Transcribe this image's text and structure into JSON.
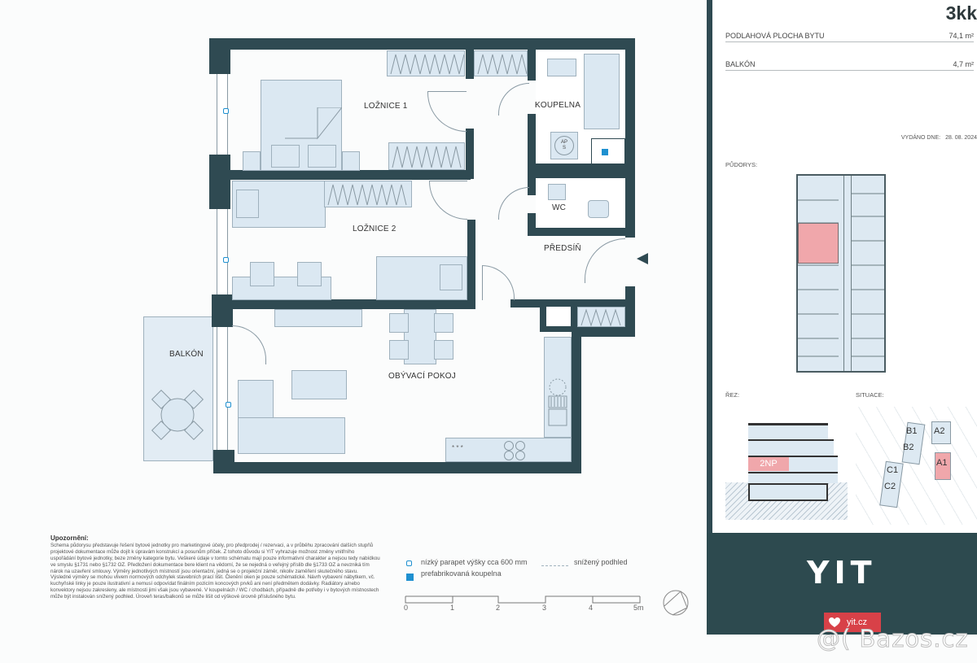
{
  "floorplan": {
    "rooms": [
      {
        "id": "loznice1",
        "label": "LOŽNICE 1"
      },
      {
        "id": "loznice2",
        "label": "LOŽNICE 2"
      },
      {
        "id": "koupelna",
        "label": "KOUPELNA"
      },
      {
        "id": "wc",
        "label": "WC"
      },
      {
        "id": "predsin",
        "label": "PŘEDSÍŇ"
      },
      {
        "id": "obyvaci",
        "label": "OBÝVACÍ POKOJ"
      },
      {
        "id": "balkon",
        "label": "BALKÓN"
      }
    ],
    "fixtures": {
      "ap_s_top": "AP",
      "ap_s_bottom": "S",
      "cooker_dots": "* * *"
    },
    "colors": {
      "wall": "#2f4a52",
      "furniture": "#dbe8f2",
      "parapet": "#1e90d0",
      "prefab": "#1e90d0"
    }
  },
  "panel": {
    "type": "3kk",
    "rows": [
      {
        "label": "PODLAHOVÁ PLOCHA BYTU",
        "value": "74,1 m²"
      },
      {
        "label": "BALKÓN",
        "value": "4,7 m²"
      }
    ],
    "issued_label": "VYDÁNO DNE:",
    "issued_date": "28. 08. 2024",
    "pudorys_label": "PŮDORYS:",
    "rez_label": "ŘEZ:",
    "situace_label": "SITUACE:",
    "floor_badge": "2NP",
    "buildings": [
      "B1",
      "A2",
      "B2",
      "A1",
      "C1",
      "C2"
    ],
    "highlight_color": "#f0a7ab"
  },
  "footer": {
    "logo": "YIT",
    "link": "yit.cz",
    "bg_color": "#2d4a4f",
    "link_color": "#d84148"
  },
  "notice": {
    "title": "Upozornění:",
    "body": "Schema půdorysu představuje řešení bytové jednotky pro marketingové účely, pro předprodej / rezervaci, a v průběhu zpracování dalších stupňů projektové dokumentace může dojít k úpravám konstrukcí a posunům příček. Z tohoto důvodu si YIT vyhrazuje možnost změny vnitřního uspořádání bytové jednotky, beze změny kategorie bytu. Veškeré údaje v tomto schématu mají pouze informativní charakter a nejsou tedy nabídkou ve smyslu §1731 nebo §1732 OZ. Předložení dokumentace bere klient na vědomí, že se nejedná o veřejný příslib dle §1733 OZ a nevzniká tím nárok na uzavření smlouvy. Výměry jednotlivých místností jsou orientační, jedná se o projekční záměr, nikoliv zaměření skutečného stavu. Výsledné výměry se mohou vlivem normových odchylek stavebních prací lišit. Členění oken je pouze schématické. Návrh vybavení nábytkem, vč. kuchyňské linky je pouze ilustrativní a nemusí odpovídat finálním pozicím koncových prvků ani není předmětem dodávky. Radiátory a/nebo konvektory nejsou zakresleny, ale místnosti jimi však jsou vybavené. V koupelnách / WC / chodbách, případně dle potřeby i v bytových místnostech může být instalován snížený podhled. Úroveň teras/balkonů se může lišit od výškové úrovně příslušného bytu."
  },
  "legend": {
    "parapet": "nízký parapet výšky cca 600 mm",
    "podhled": "snížený podhled",
    "prefab": "prefabrikovaná koupelna"
  },
  "scale": {
    "ticks": [
      "0",
      "1",
      "2",
      "3",
      "4",
      "5m"
    ]
  },
  "watermark": "@( Bazos.cz"
}
